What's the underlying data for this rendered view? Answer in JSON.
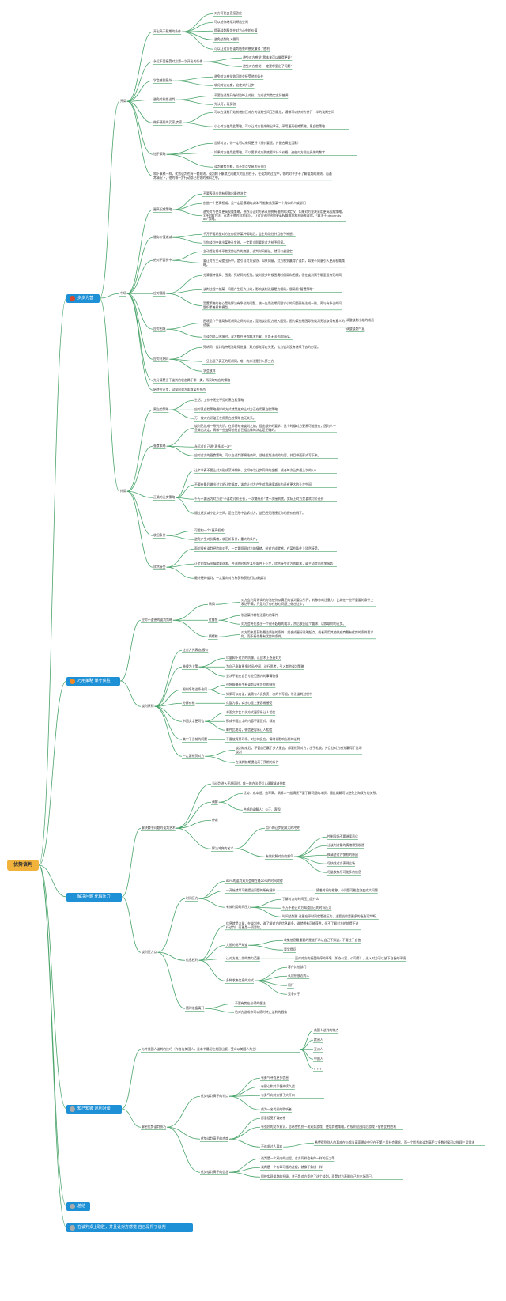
{
  "colors": {
    "root": "#f2b33d",
    "branch": "#1e90d6",
    "dot_red": "#d9482b",
    "dot_orange": "#f08a24",
    "dot_gray": "#aaaaaa",
    "line": "#4aa46a"
  },
  "root": "优势谈判",
  "b1": [
    {
      "label": "步步为营",
      "dot": "red"
    },
    {
      "label": "巧用策略 谋守获胜",
      "dot": "orange"
    },
    {
      "label": "解决问题 化解压力",
      "dot": "none"
    },
    {
      "label": "知己知彼 迅利对谈",
      "dot": "gray"
    },
    {
      "label": "总结",
      "dot": "gray"
    },
    {
      "label": "在谈判桌上取胜，并且让对方感觉 自己是得了谈判",
      "dot": "gray"
    }
  ],
  "n": {
    "s1": "开局",
    "s1a": "开出高于预期的条件",
    "s1a1": "对方可能会直接答应",
    "s1a2": "可以给你继续判断出空间",
    "s1a3": "提高谈判服务在对方心中的价值",
    "s1a4": "避免谈判陷入僵局",
    "s1a5": "可以让对方在谈判结束时感觉赢得了胜利",
    "s1b": "永远不要接受对方第一次开出的条件",
    "s1b1": "避免对方感觉“我本来可以做得更好”",
    "s1b2": "避免对方感觉“一定是哪里出了问题”",
    "s1c": "学会感到意外",
    "s1c1": "避免对方感觉你可能会接受他的条件",
    "s1c2": "软化对方态度，迫使对方让步",
    "s1d": "避免对抗性谈判",
    "s1d1": "不要在谈判开始时陷峰上对抗，为成谈判奠定友好基调",
    "s1d2": "先认可，再反驳",
    "s1e": "做不情愿的买家/卖家",
    "s1e1": "可以在谈判开始前就挤压对方的谈判空间压到最低，通常可以挤对方挤开一半的谈判空间",
    "s1e2": "小心对方使用此策略，可以让对方首先做出承诺，采用更高权威策略，黑白脸策略",
    "s1f": "钳子策略",
    "s1f1": "告诉对方，你一定可以做得更好（报价要低，并配合青变沉默）",
    "s1f2": "如果对方使用此策略，可以要求对方到底要求什么价格，迫使对方说出具体的数字",
    "s1f3": "谈判聚焦金额，而不是点交易的百分比",
    "s1g": "和下象棋一样，优势谈判也有一套规则。谈判和下象棋之间最大的区别在于，在谈判的过程中，你的对手并不了解谈判的规则，而通常情况下，他的每一步行动都已在你的预料之中。",
    "s2": "中场",
    "s2a": "更高权威策略",
    "s2a1": "不要表现出你有权做出最终决定",
    "s2a2": "创造一个更高权威，且一定是模糊的实体 不能聚焦到某一个具体的人或部门",
    "s2a3": "避免对方使用更高权威策略，想办法让对方承认他拥有最终的决定权，如果对方坚决采用更高权威策略，3种化解方法：诉诸于他的自我意识，让对方答应给你更高权威推荐和积极推荐你，“取决于 depends on”策略。",
    "s2b": "服务价值递减",
    "s2b1": "千万不要期望对方在你提供某种帮助后，会主动记住并且给予补偿。",
    "s2b2": "当你谈判中做出某种让步时，一定要立即要求对方给予回报。",
    "s2c": "绝对不要折中",
    "s2c1": "主动提出将中平差优势谈判的底限，谈判时间越长，就可以越坚定",
    "s2c2": "要让对方主动提出折中，是引导对方妥协，如果同意，对方感到赢得了谈判，如果不同意引入更高权威策略。",
    "s2d": "应对僵局",
    "s2d1": "分清僵持僵局、困境、死胡同的区别。谈判很多时候困境时僵局和困境，但在谈判高手眼里没有死胡同",
    "s2d2": "谈判过程中就某一问题产生巨大分歧，影响谈判进展是为僵局，僵局用“暂置策略”",
    "s2d3": "暂置策略的核心是先解决有争议的问题，统一先用边缘问题求小的问题开始达成一致，再与有争议的问题积累善意和模型。",
    "s2e": "应对困境",
    "s2e1": "困境是介于僵局和死胡同之间的状态，是指谈判双方进入瓶颈，因为某些原因导致谈判无法取得有意义的进展。",
    "s2e1a": "调整谈判小组的成员",
    "s2e1b": "调整谈判气氛",
    "s2e2": "当谈判陷入困境时，双方都在寻找解决方案，只是无法达成协议。",
    "s2f": "应对死胡同",
    "s2f1": "死胡同：谈判陷持无法取得进展，双方都觉得走头无，认为谈判没有继续下去的必要。",
    "s2f2": "一旦出现了真正的死胡同，唯一的办法是引入第三方",
    "s2f3": "学会放弃",
    "s2g": "先分清楚当下谈判的状态属于哪一类，再采取响应的策略",
    "s2h": "始终应让步，试探向对方索取某些东西",
    "s3": "终局",
    "s3a": "黑白脸策略",
    "s3a1": "生活、工作中无处不见的黑白脸策略",
    "s3a2": "应对黑白脸策略最好的方式就是放弃让对方正在用黑白脸策略",
    "s3a3": "万一被对方识破正在用黑白脸策略也无关系。",
    "s3b": "蚕食策略",
    "s3b1": "谈判已达成一系列共识，在即将结束谈判之前，提出额外的要求。这个时候对方更易可能答应，因为人一旦做出决定，再做一些变得他往自己相信做的决定是正确的。",
    "s3b2": "永远对自己说“再多试一次”",
    "s3b3": "应对对方的蚕食策略，可以在谈判即将结束时，总结谈判达成的内容，并且书面形式写下来。",
    "s3c": "正确的让步策略",
    "s3c1": "让步节奏不要让对方形成某种期待，比如每次让步同样的金额，或者每次让步最上次的1/2",
    "s3c2": "不要在最后做出过大的让步幅度，该会让对方产生对我继续减去为还有更大的让步空间",
    "s3c3": "千万不要因为对方说“不喜欢讨价还价，一次最低价”就一次接到底。实际上对方是喜欢讨价还价",
    "s3c4": "通过逐步减小让步空间，是在无形中告诉对方，这已经无限接近你的报价底线了。",
    "s3d": "收回条件",
    "s3d1": "可虚构一个“更高权威”",
    "s3d2": "避免产生对抗情绪，收回新条件，重大的条件。",
    "s3e": "欣然接受",
    "s3e1": "面对很有谈判经验的对手，一定要照顾对方的情绪，给对方成就感，在某些条件上欣然接受。",
    "s3e2": "让步的实际出幅度要逐渐，合适的时机在某些条件上让步，欣然接受对方的要求，或主动提出附加服务",
    "s3e3": "最终硬的谈判，一定要向对方称赞称赞他们达成谈判。",
    "t1": "应对不道德的谈判策略",
    "t1a": "诱饵",
    "t1a1": "对方会利用诱饵的办法使你从真正的谈判重点引开，转移你的注意力。比如在一些不重要的条件上表达不满，只是为了你在核心问题上做出让步。",
    "t1b": "红鲱鱼",
    "t1b1": "制造某种转移注意力的事件",
    "t1b2": "对方会将先提出一个很不起眼的要求，然后收回这个要求，以换取你的让步。",
    "t1c": "摘樱桃",
    "t1c1": "对方用来要获取最佳质量的条件，组合成更好说明起点，或者再用其他供应商最有优势的条件要求你，而不接你最有优势的条件。",
    "t2": "谈判原则",
    "t2a": "让对方先表态/报价",
    "t2b": "装傻为上策",
    "t2b1": "尽量卸下对方的防御，从战术上逐造对方",
    "t2b2": "为自己争取更多时间/空间，进行思考，引入其他谈判策略",
    "t2b3": "坚决不能在自己专业范围内的事情装傻",
    "t2c": "限制争取谈条合同",
    "t2c1": "也将敲最纸生有谈判没有告别的细节",
    "t2c2": "如果可以向谈，谈需有人员负责一次的书写组，带进谈判过程中",
    "t2d": "分解价格",
    "t2d1": "化整为零，商出心里上更容易接受",
    "t2e": "书面文字更可信",
    "t2e1": "书面文字比口头方式更容易让人相信",
    "t2e2": "形成书面文字的内容不要正式、标准",
    "t2e3": "邮件比电话，微信更容易让人相信",
    "t2f": "集中于当前的问题",
    "t2f1": "不要被周旁环境、对方的反应、情绪化影响当前的谈判",
    "t2g": "一定要祝贺对方",
    "t2g1": "谈判结束后，不管自己赢了多大便宜，都要祝贺对方，出于礼貌，并且让对方感觉赢得了这场谈判",
    "t2g2": "在谈判前期提出高于预期的条件",
    "u1": "解决棘手问题的谈判艺术",
    "u1a": "当谈判进入死胡同时，唯一的办法是引入调解或者仲裁",
    "u1b": "调解",
    "u1b1": "优势：成本低、效率高，调解人一般情况下要了解问题的本质，通过调解可以避免上海双方的关系。",
    "u1b2": "合格的调解人：公正、客观",
    "u1c": "仲裁",
    "u1d": "解决冲突的艺术",
    "u1d1": "用小的让步化解大的冲突",
    "u1d2": "有效化解对方的怒气",
    "u1d2a": "控制现场不要继续恶化",
    "u1d2b": "让谈判对象的情绪得到发泄",
    "u1d2c": "搞清楚对方愤怒的原因",
    "u1d2d": "尽快找对方表明立场",
    "u1d2e": "尽量收集尽可能多的信息",
    "u2": "谈判压力点",
    "u2a": "时间压力",
    "u2a1": "80%的谈判双方会做在最20%的时间取得",
    "u2a2": "一开始就尽可能提出问题的所有细节",
    "u2a2a": "随着时间的推移，小问题可能会演变成大问题",
    "u2a3": "有效利用时间压力",
    "u2a3a": "了解对方的时间压力是什么",
    "u2a3b": "千万不能让对方知道自己的时间压力",
    "u2a3c": "时间谈判到 谁更在乎时间就看谁压力，主要谈的是更多的备选项判断。",
    "u2b": "信息权利",
    "u2b1": "信息就是力量，在谈判中，谁了解对方的信息越多，谁就拥有可能获胜，但不了解对方的前提下进行谈判，而更是一项冒险。",
    "u2b2": "大胆的说不知道",
    "u2b2a": "收集信息最重要的是能不承认自己不知道，不要过于自信",
    "u2b2b": "要学提问",
    "u2b3": "让对方进入你的势力范围",
    "u2b3a": "面对对方的接受所停的环境（如办公室、公司等），进入对方可以放下自备的环境",
    "u2b4": "多种收集信息的方式",
    "u2b4a": "客户其他部门",
    "u2b4b": "认识但很近的人",
    "u2b4c": "同行",
    "u2b4d": "竞争对手",
    "u2c": "随时准备离开",
    "u2c1": "不要有势在必得的想法",
    "u2c2": "给对方造成你可以随时终止谈判的假象",
    "v1": "与并美国人谈判的技巧（作者为美国人，且本书最初在美国出版，受众以美国人为主）",
    "v1a": "美国人谈判的特点",
    "v1b": "欧洲人",
    "v1c": "亚洲人",
    "v1d": "中国人",
    "v1e": "。。。",
    "v2": "解密优势谈判技巧",
    "v2a": "优势谈判高手的特点",
    "v2a1": "有勇气寻找更多信息",
    "v2a2": "有耐心和对手慢持续久战",
    "v2a3": "有勇气向对方狮子大开口",
    "v2a4": "成为一名优秀的聆听者",
    "v2b": "优势谈判高手的态度",
    "v2b1": "愿意接受不确定性",
    "v2b2": "有强烈的竞争意识，总希望找到一项双务游戏，使用其他策略，在规则范围内后游戏下智胜比胜胜利",
    "v2b3": "不追求过人喜欢",
    "v2b3a": "希望得到别人的喜欢在与都当高家理论中只在于第三层社会需求，而一个优秀的谈判高手大多数时候可以抛顾三层需求",
    "v2c": "优势谈判高手的信念",
    "v2c1": "谈判是一个双向的过程，对方同样会有你一样的压力等",
    "v2c2": "谈判是一个有章可循的过程，就像下象棋一样",
    "v2c3": "即使实现谈判的升级，并不是对方拒绝了这个谈判，而是对方表明自己的立场而已。"
  }
}
